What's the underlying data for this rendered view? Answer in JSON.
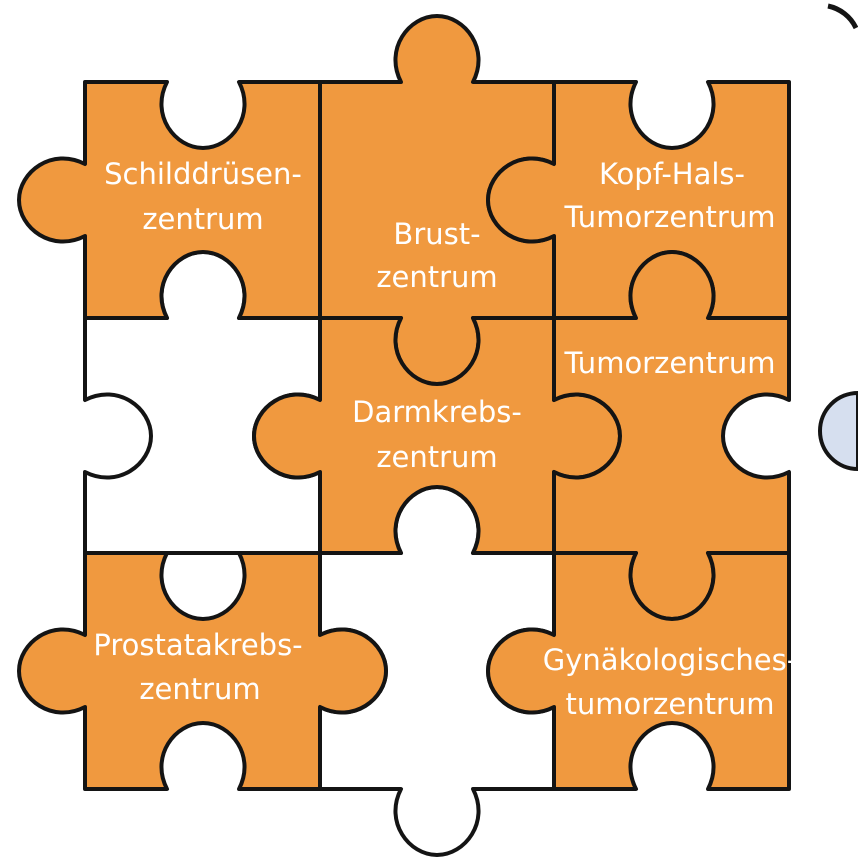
{
  "colors": {
    "orange": "#F0993F",
    "white": "#FFFFFF",
    "outline": "#141414",
    "blue_tab": "#D6DFEF"
  },
  "pieces": {
    "top_left": {
      "lines": [
        "Schilddrüsen-",
        "zentrum"
      ],
      "fill": "orange"
    },
    "top_middle": {
      "lines": [
        "Brust-",
        "zentrum"
      ],
      "fill": "orange"
    },
    "top_right": {
      "lines": [
        "Kopf-Hals-",
        "Tumorzentrum"
      ],
      "fill": "orange"
    },
    "middle_left": {
      "lines": [],
      "fill": "white"
    },
    "center": {
      "lines": [
        "Darmkrebs-",
        "zentrum"
      ],
      "fill": "orange"
    },
    "middle_right": {
      "lines": [
        "Tumorzentrum"
      ],
      "fill": "orange"
    },
    "bottom_left": {
      "lines": [
        "Prostatakrebs-",
        "zentrum"
      ],
      "fill": "orange"
    },
    "bottom_middle": {
      "lines": [],
      "fill": "white"
    },
    "bottom_right": {
      "lines": [
        "Gynäkologisches-",
        "tumorzentrum"
      ],
      "fill": "orange"
    }
  }
}
